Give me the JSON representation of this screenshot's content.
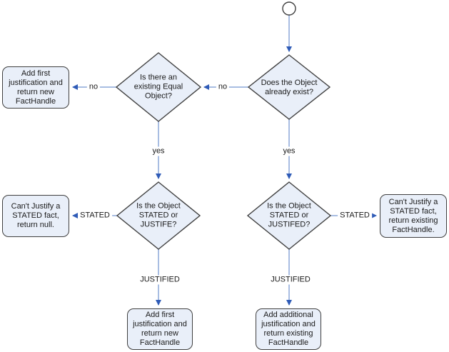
{
  "colors": {
    "node_fill": "#e9eff9",
    "node_border": "#3f3f3f",
    "line": "#8ba7d9",
    "arrow": "#2f5bb7",
    "text": "#1a1a1a"
  },
  "nodes": {
    "start": {
      "type": "circle"
    },
    "decision_exists": {
      "text": "Does the Object\nalready exist?"
    },
    "decision_equal": {
      "text": "Is there an\nexisting Equal\nObject?"
    },
    "decision_left_stated": {
      "text": "Is the Object\nSTATED or\nJUSTIFE?"
    },
    "decision_right_stated": {
      "text": "Is the Object\nSTATED or\nJUSTIFED?"
    },
    "box_add_first_top": {
      "text": "Add first\njustification and\nreturn new\nFactHandle"
    },
    "box_cant_justify_null": {
      "text": "Can't Justify a\nSTATED fact,\nreturn null."
    },
    "box_cant_justify_existing": {
      "text": "Can't Justify a\nSTATED fact,\nreturn existing\nFactHandle."
    },
    "box_add_first_bottom": {
      "text": "Add first\njustification and\nreturn new\nFactHandle"
    },
    "box_add_additional": {
      "text": "Add additional\njustification and\nreturn existing\nFactHandle"
    }
  },
  "edge_labels": {
    "no_to_equal": "no",
    "no_to_add_first": "no",
    "yes_left": "yes",
    "yes_right": "yes",
    "stated_left": "STATED",
    "stated_right": "STATED",
    "justified_left": "JUSTIFIED",
    "justified_right": "JUSTIFIED"
  }
}
